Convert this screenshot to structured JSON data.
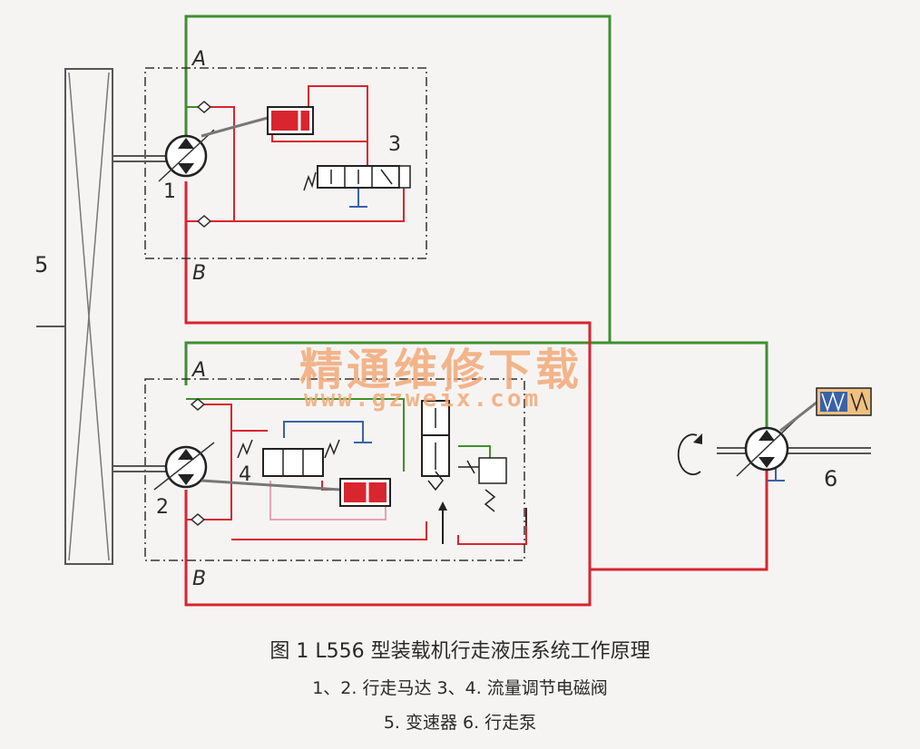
{
  "labels": {
    "transmission": "5",
    "motor1": "1",
    "motor2": "2",
    "valve3": "3",
    "valve4": "4",
    "pump": "6",
    "port_a_top": "A",
    "port_b_top": "B",
    "port_a_bottom": "A",
    "port_b_bottom": "B"
  },
  "caption": {
    "title": "图 1   L556 型装载机行走液压系统工作原理",
    "line1": "1、2. 行走马达  3、4. 流量调节电磁阀",
    "line2": "5. 变速器  6. 行走泵"
  },
  "watermark": {
    "title": "精通维修下载",
    "url": "www.gzweix.com"
  },
  "colors": {
    "port_a_line": "#3f8f2e",
    "port_b_line": "#d8252e",
    "drain_line": "#3a62a8",
    "pilot_line": "#e8a0b4",
    "background": "#f6f4f3"
  }
}
